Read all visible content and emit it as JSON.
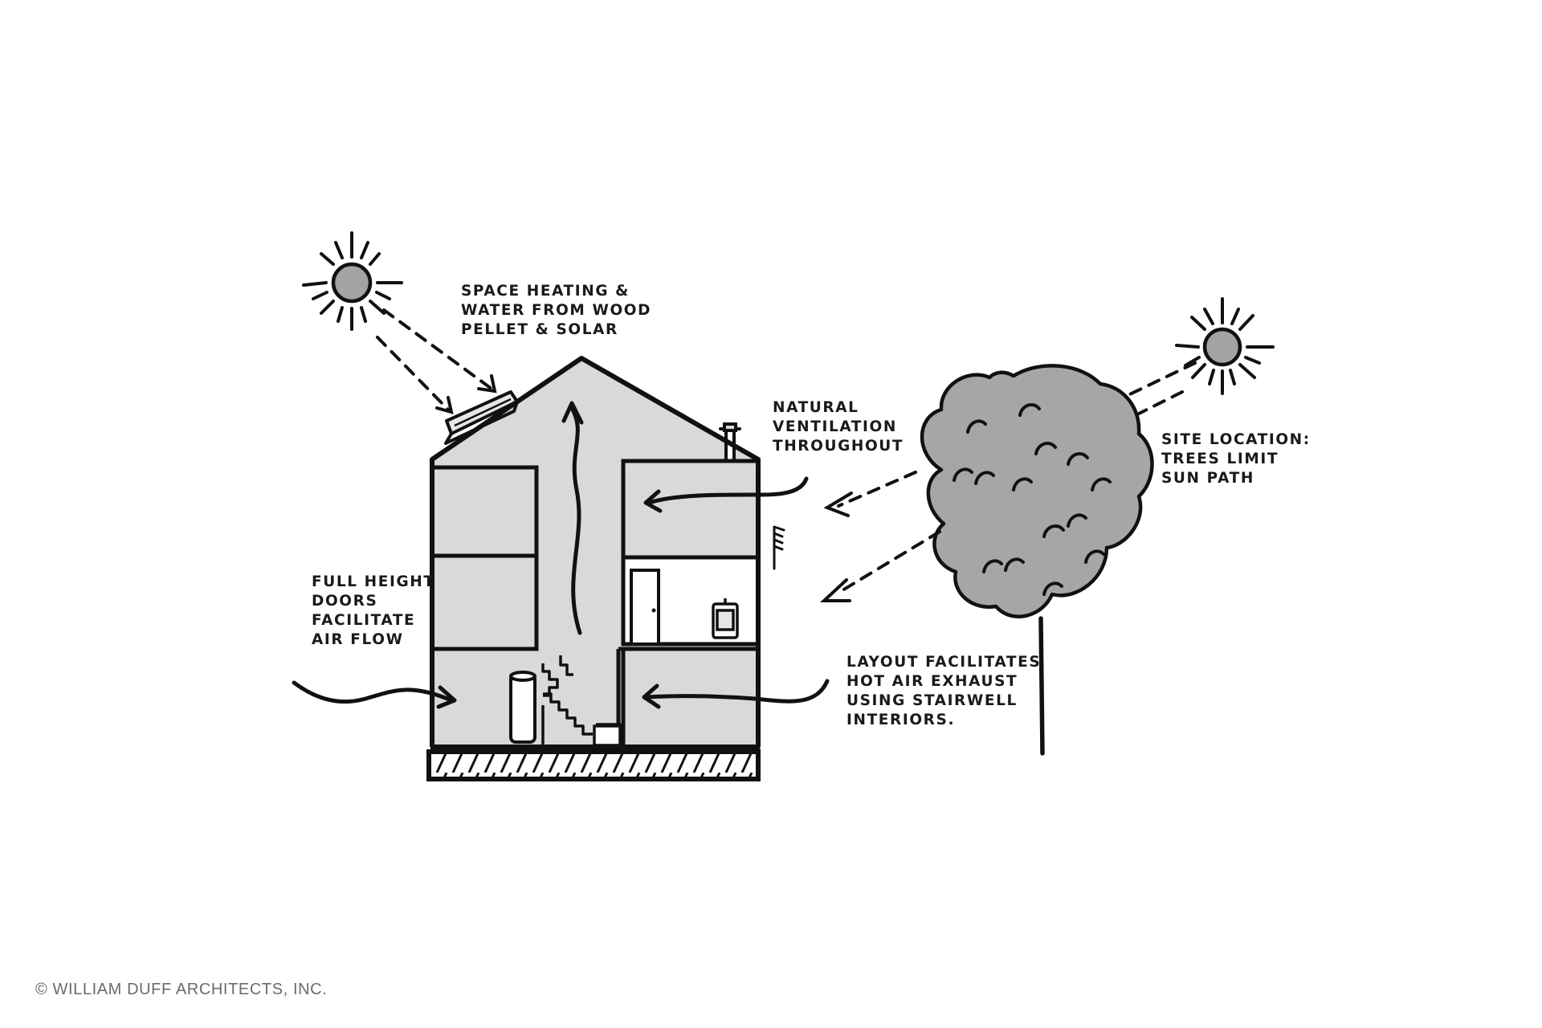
{
  "labels": {
    "space_heating": [
      "SPACE HEATING &",
      "WATER FROM WOOD",
      "PELLET & SOLAR"
    ],
    "natural_ventilation": [
      "NATURAL",
      "VENTILATION",
      "THROUGHOUT"
    ],
    "site_location": [
      "SITE LOCATION:",
      "TREES LIMIT",
      "SUN PATH"
    ],
    "full_height_doors": [
      "FULL HEIGHT",
      "DOORS",
      "FACILITATE",
      "AIR FLOW"
    ],
    "layout_facilitates": [
      "LAYOUT FACILITATES",
      "HOT AIR EXHAUST",
      "USING STAIRWELL",
      "INTERIORS."
    ]
  },
  "copyright": "© WILLIAM DUFF ARCHITECTS, INC.",
  "colors": {
    "line": "#111111",
    "building_fill": "#d9d9d9",
    "tree_fill": "#a6a6a6",
    "sun_fill": "#a3a3a3",
    "window_fill": "#ffffff",
    "copyright_text": "#6b6b6b"
  }
}
